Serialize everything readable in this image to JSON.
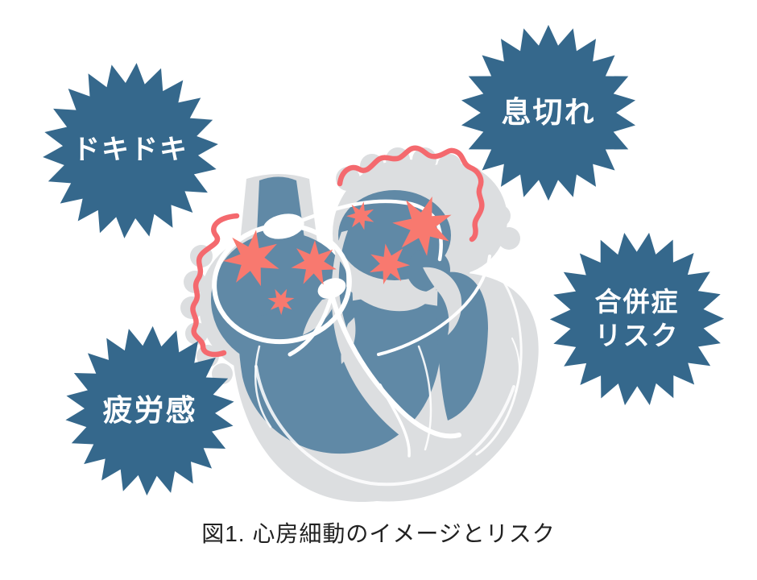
{
  "figure": {
    "caption": "図1. 心房細動のイメージとリスク",
    "bursts": [
      {
        "id": "palpitations",
        "label": "ドキドキ"
      },
      {
        "id": "breathlessness",
        "label": "息切れ"
      },
      {
        "id": "complication",
        "label_line1": "合併症",
        "label_line2": "リスク"
      },
      {
        "id": "fatigue",
        "label": "疲労感"
      }
    ],
    "icons": {
      "heart": "heart-cross-section-illustration",
      "spark": "fibrillation-spark-icon",
      "tremor": "tremor-squiggle-icon",
      "burst": "starburst-badge"
    },
    "colors": {
      "burst_blue": "#35688c",
      "chamber_blue": "#6089a6",
      "tissue_gray": "#dcdee0",
      "alert_red": "#f8796f",
      "squiggle_red": "#f4696e",
      "caption_text": "#212121"
    }
  }
}
